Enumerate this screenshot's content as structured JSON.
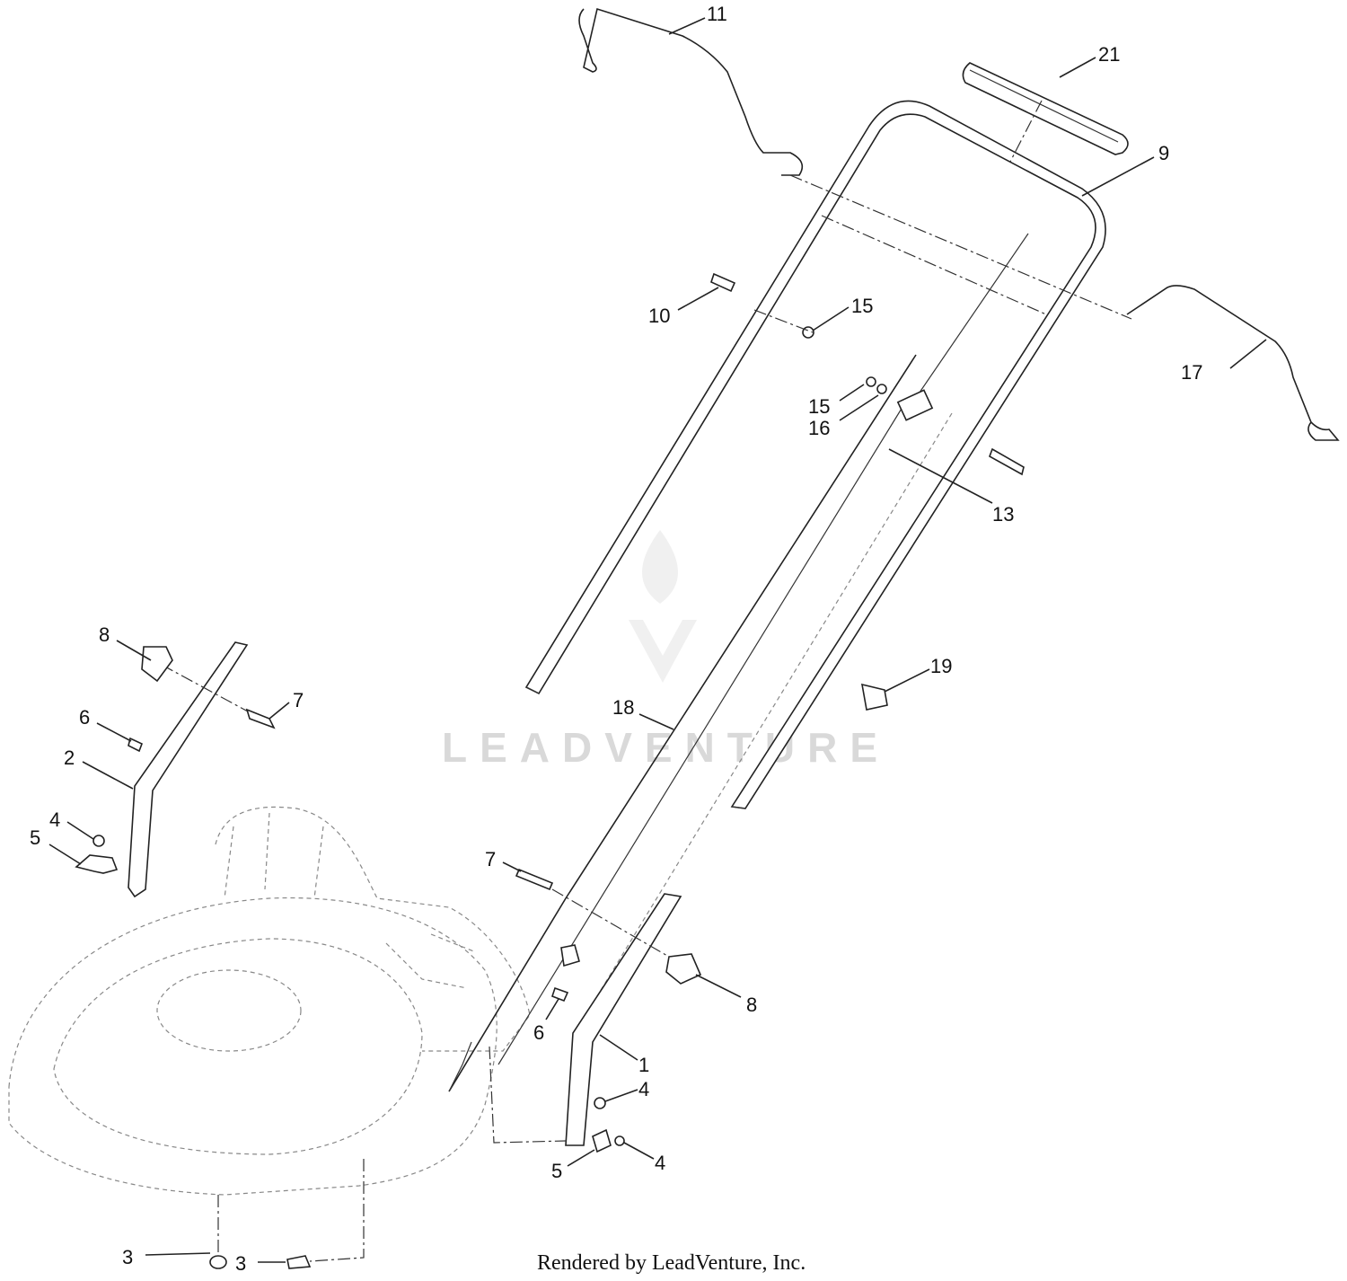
{
  "watermark": "LEADVENTURE",
  "credit": "Rendered by LeadVenture, Inc.",
  "callouts": [
    {
      "id": "c11",
      "text": "11"
    },
    {
      "id": "c21",
      "text": "21"
    },
    {
      "id": "c9",
      "text": "9"
    },
    {
      "id": "c10",
      "text": "10"
    },
    {
      "id": "c15a",
      "text": "15"
    },
    {
      "id": "c17",
      "text": "17"
    },
    {
      "id": "c15b",
      "text": "15"
    },
    {
      "id": "c16",
      "text": "16"
    },
    {
      "id": "c13",
      "text": "13"
    },
    {
      "id": "c8a",
      "text": "8"
    },
    {
      "id": "c7a",
      "text": "7"
    },
    {
      "id": "c6a",
      "text": "6"
    },
    {
      "id": "c2",
      "text": "2"
    },
    {
      "id": "c4a",
      "text": "4"
    },
    {
      "id": "c5a",
      "text": "5"
    },
    {
      "id": "c19",
      "text": "19"
    },
    {
      "id": "c18",
      "text": "18"
    },
    {
      "id": "c7b",
      "text": "7"
    },
    {
      "id": "c8b",
      "text": "8"
    },
    {
      "id": "c6b",
      "text": "6"
    },
    {
      "id": "c1",
      "text": "1"
    },
    {
      "id": "c4b",
      "text": "4"
    },
    {
      "id": "c5b",
      "text": "5"
    },
    {
      "id": "c4c",
      "text": "4"
    },
    {
      "id": "c3a",
      "text": "3"
    },
    {
      "id": "c3b",
      "text": "3"
    }
  ]
}
